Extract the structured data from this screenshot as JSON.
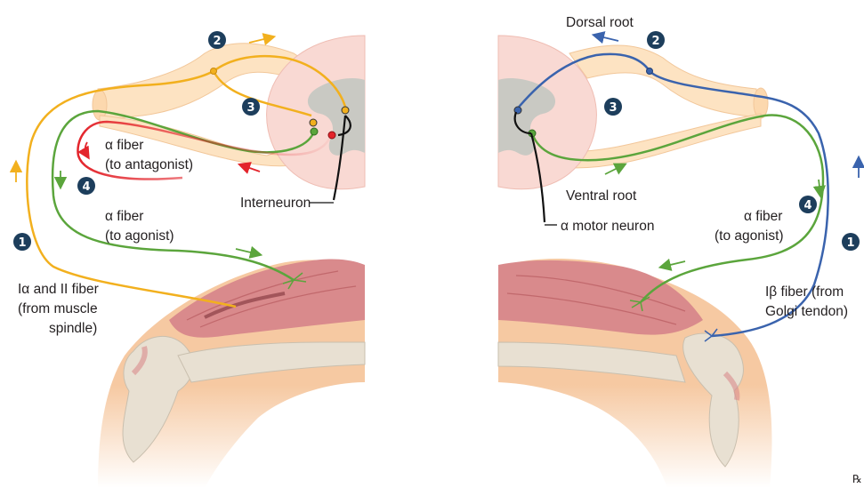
{
  "left": {
    "steps": [
      "1",
      "2",
      "3",
      "4"
    ],
    "labels": {
      "alpha_antagonist_line1": "α fiber",
      "alpha_antagonist_line2": "(to antagonist)",
      "alpha_agonist_line1": "α fiber",
      "alpha_agonist_line2": "(to agonist)",
      "interneuron": "Interneuron",
      "ia_line1": "Iα and II fiber",
      "ia_line2": "(from muscle",
      "ia_line3": "spindle)"
    }
  },
  "right": {
    "steps": [
      "1",
      "2",
      "3",
      "4"
    ],
    "labels": {
      "dorsal_root": "Dorsal root",
      "ventral_root": "Ventral root",
      "alpha_motor_neuron": "α motor neuron",
      "alpha_agonist_line1": "α fiber",
      "alpha_agonist_line2": "(to agonist)",
      "ib_line1": "Iβ fiber (from",
      "ib_line2": "Golgi tendon)"
    }
  },
  "colors": {
    "sensory_ia": "#f2b01e",
    "sensory_ib": "#3a63ad",
    "motor_agonist": "#5ba53c",
    "motor_antagonist": "#e3242b",
    "interneuron": "#111111",
    "step_badge": "#1d3e5c",
    "nerve": "#fde3c2",
    "spinal_cord": "#f9d9d3",
    "gray_matter": "#c9c9c3",
    "muscle": "#d98a8c"
  },
  "icons": [
    "arrow-icon",
    "rx-logo-icon"
  ],
  "logo": "℞"
}
